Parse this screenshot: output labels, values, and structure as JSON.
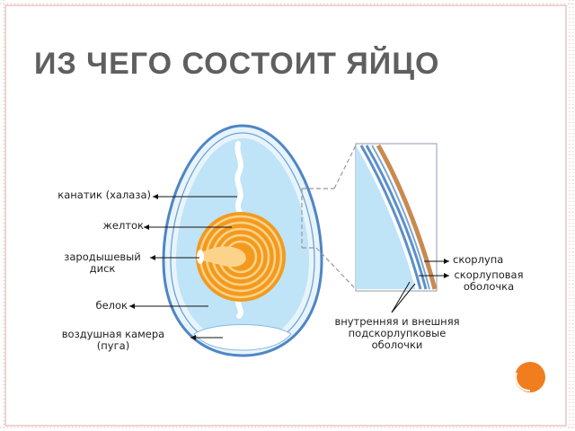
{
  "slide": {
    "title": "ИЗ ЧЕГО СОСТОИТ ЯЙЦО"
  },
  "labels": {
    "chalaza": "канатик (халаза)",
    "yolk": "желток",
    "germinal_disc_line1": "зародышевый",
    "germinal_disc_line2": "диск",
    "albumen": "белок",
    "air_cell_line1": "воздушная камера",
    "air_cell_line2": "(пуга)",
    "shell": "скорлупа",
    "shell_membrane_line1": "скорлуповая",
    "shell_membrane_line2": "оболочка",
    "inner_outer_line1": "внутренняя и внешняя",
    "inner_outer_line2": "подскорлупковые",
    "inner_outer_line3": "оболочки"
  },
  "colors": {
    "border_pink": "#e3b7b0",
    "title_gray": "#5f5f5f",
    "egg_blue": "#bfe3f7",
    "membrane_blue": "#5b8fc9",
    "yolk_orange": "#f39a1e",
    "yolk_light": "#fbd38a",
    "shell_brown": "#c98a4f",
    "corner_orange": "#f07d1e"
  }
}
